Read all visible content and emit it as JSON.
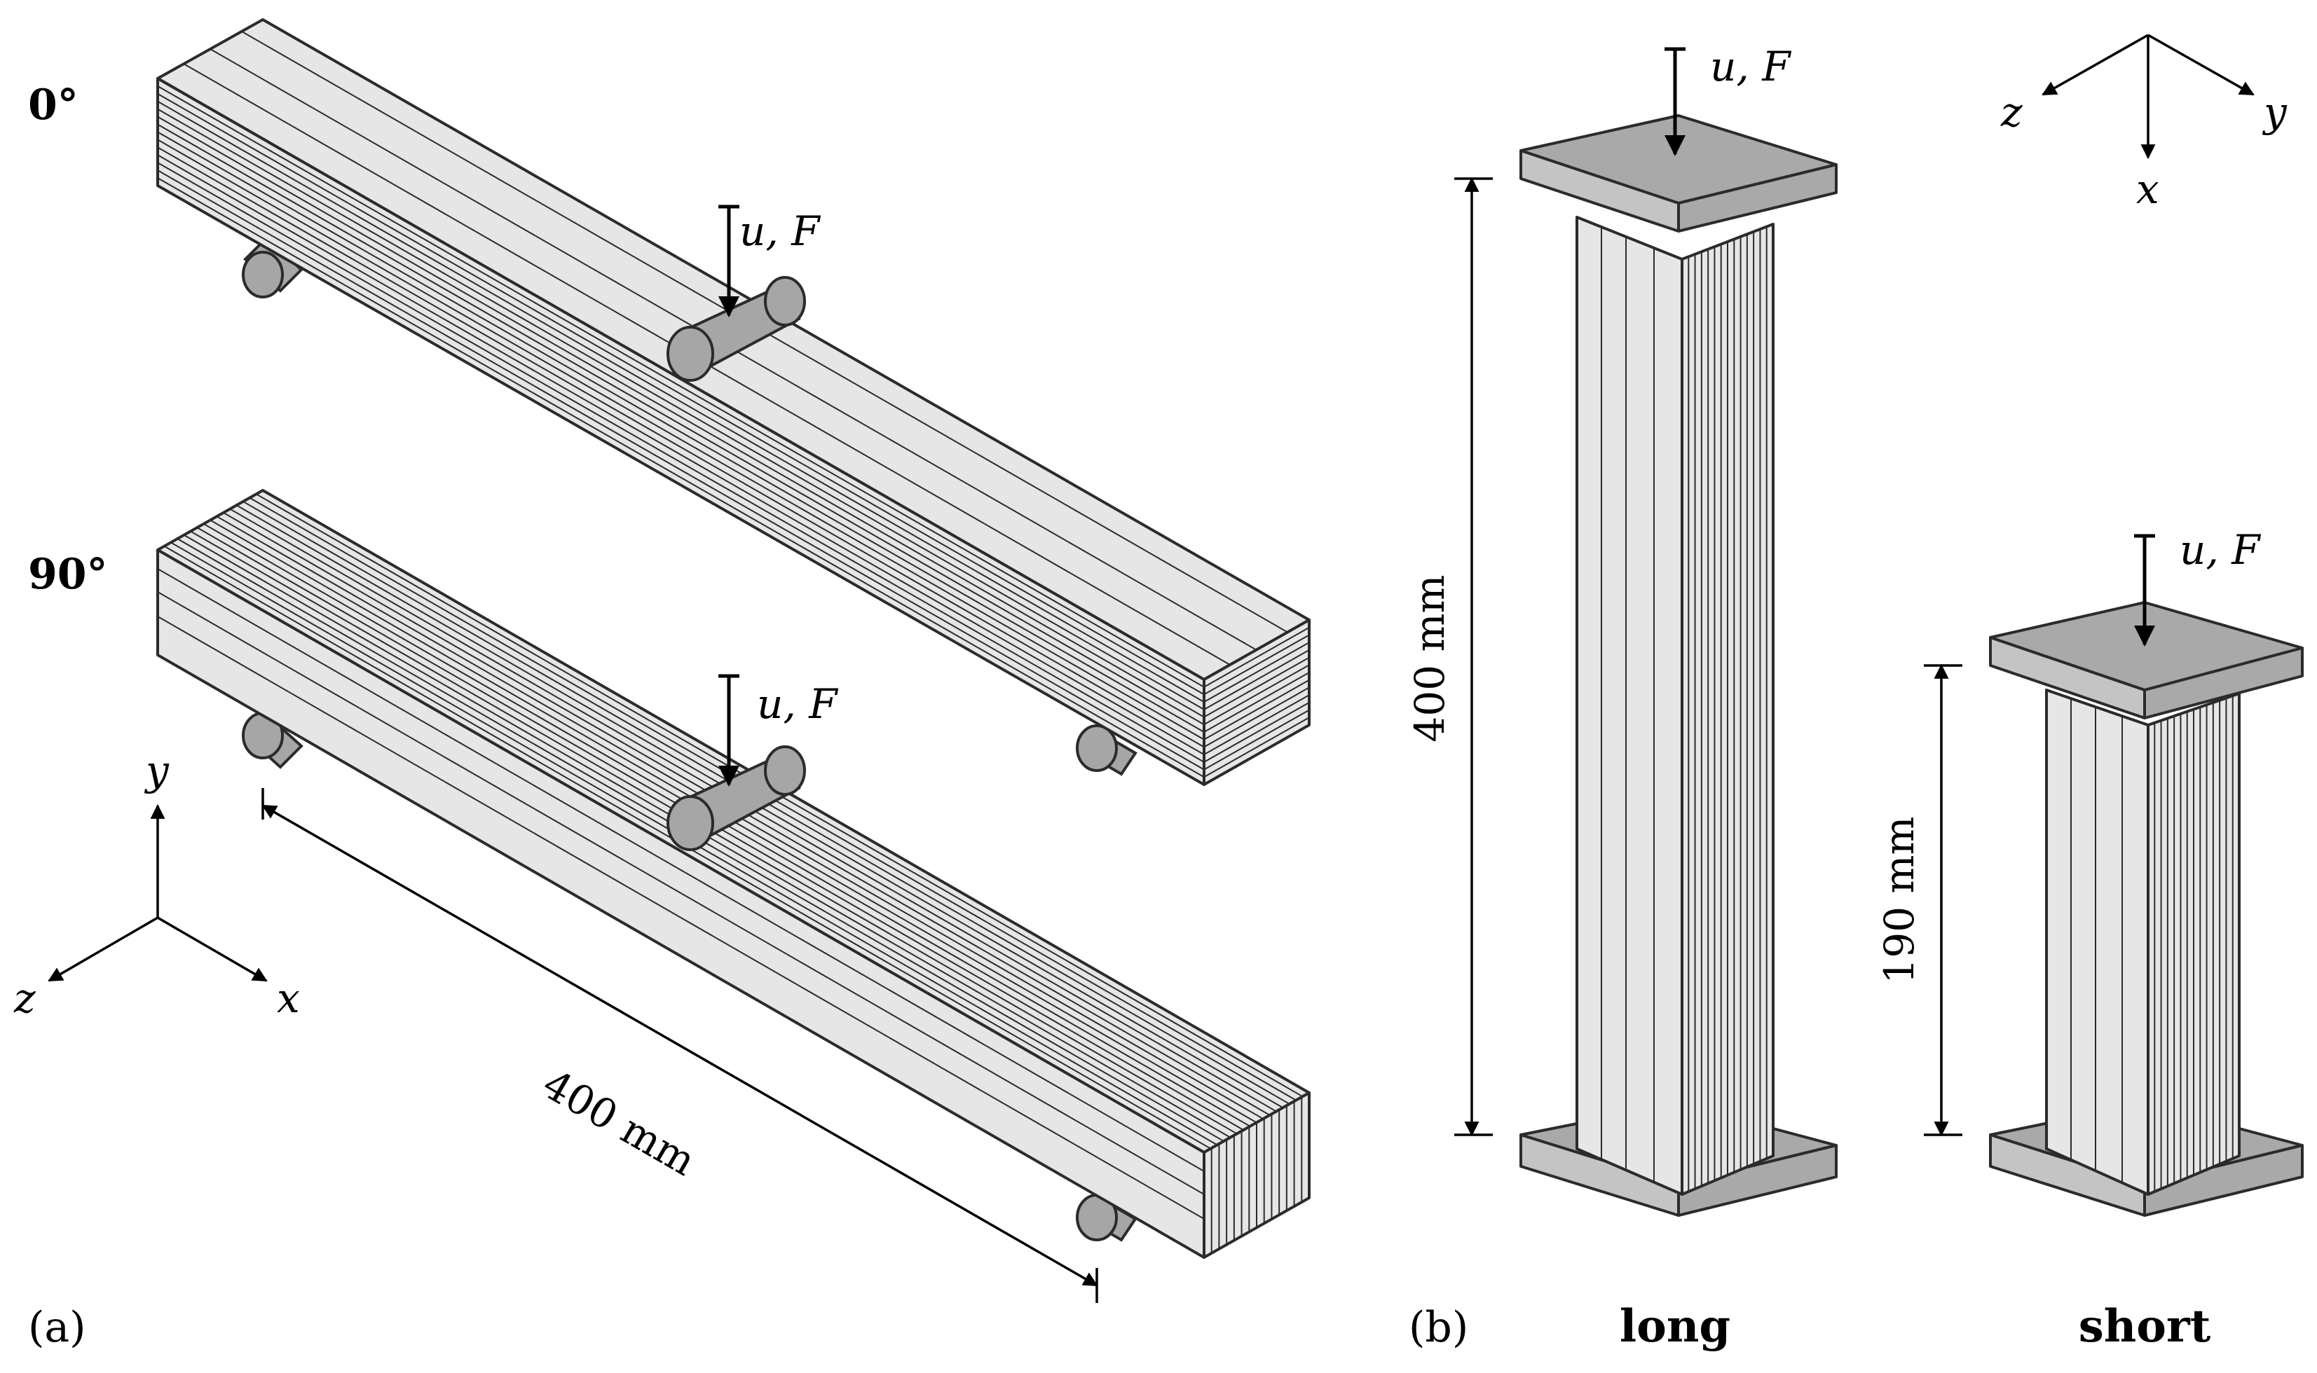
{
  "panel_a": {
    "label": "(a)",
    "beam_0": {
      "orientation_label": "0°",
      "load_label": "u, F"
    },
    "beam_90": {
      "orientation_label": "90°",
      "load_label": "u, F"
    },
    "span_label": "400 mm",
    "axes": {
      "y": "y",
      "x": "x",
      "z": "z"
    }
  },
  "panel_b": {
    "label": "(b)",
    "long_column": {
      "caption": "long",
      "height_label": "400 mm",
      "load_label": "u, F"
    },
    "short_column": {
      "caption": "short",
      "height_label": "190 mm",
      "load_label": "u, F"
    },
    "axes": {
      "x": "x",
      "y": "y",
      "z": "z"
    }
  },
  "colors": {
    "light_face": "#e6e6e6",
    "dark_face": "#a9a9a9",
    "edge": "#2b2b2b"
  }
}
